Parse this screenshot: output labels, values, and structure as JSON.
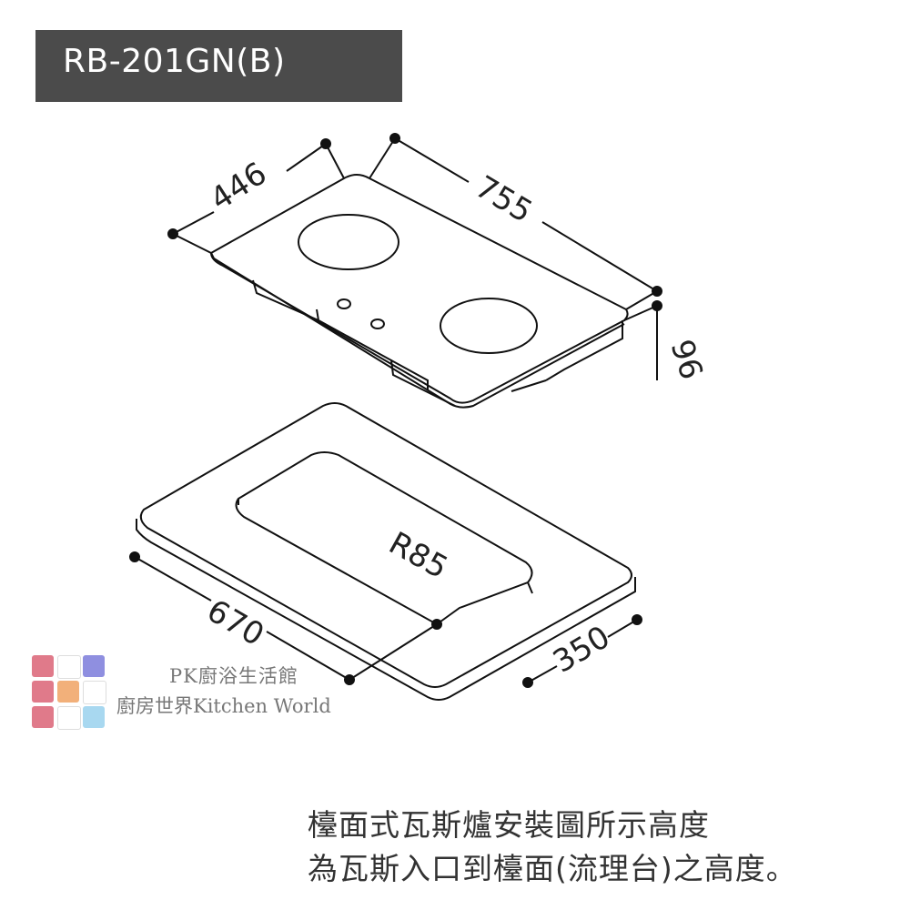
{
  "header": {
    "model": "RB-201GN(B)"
  },
  "dimensions": {
    "depth": "446",
    "width": "755",
    "height": "96",
    "cutout_radius": "R85",
    "cutout_width": "670",
    "cutout_depth": "350"
  },
  "watermark": {
    "line1": "PK廚浴生活館",
    "line2": "廚房世界Kitchen World",
    "logo_colors": [
      "#e07a8a",
      "#ffffff",
      "#8f8fe0",
      "#e07a8a",
      "#f2b07a",
      "#ffffff",
      "#e07a8a",
      "#ffffff",
      "#a8d8f0"
    ]
  },
  "note": {
    "line1": "檯面式瓦斯爐安裝圖所示高度",
    "line2": "為瓦斯入口到檯面(流理台)之高度。"
  }
}
